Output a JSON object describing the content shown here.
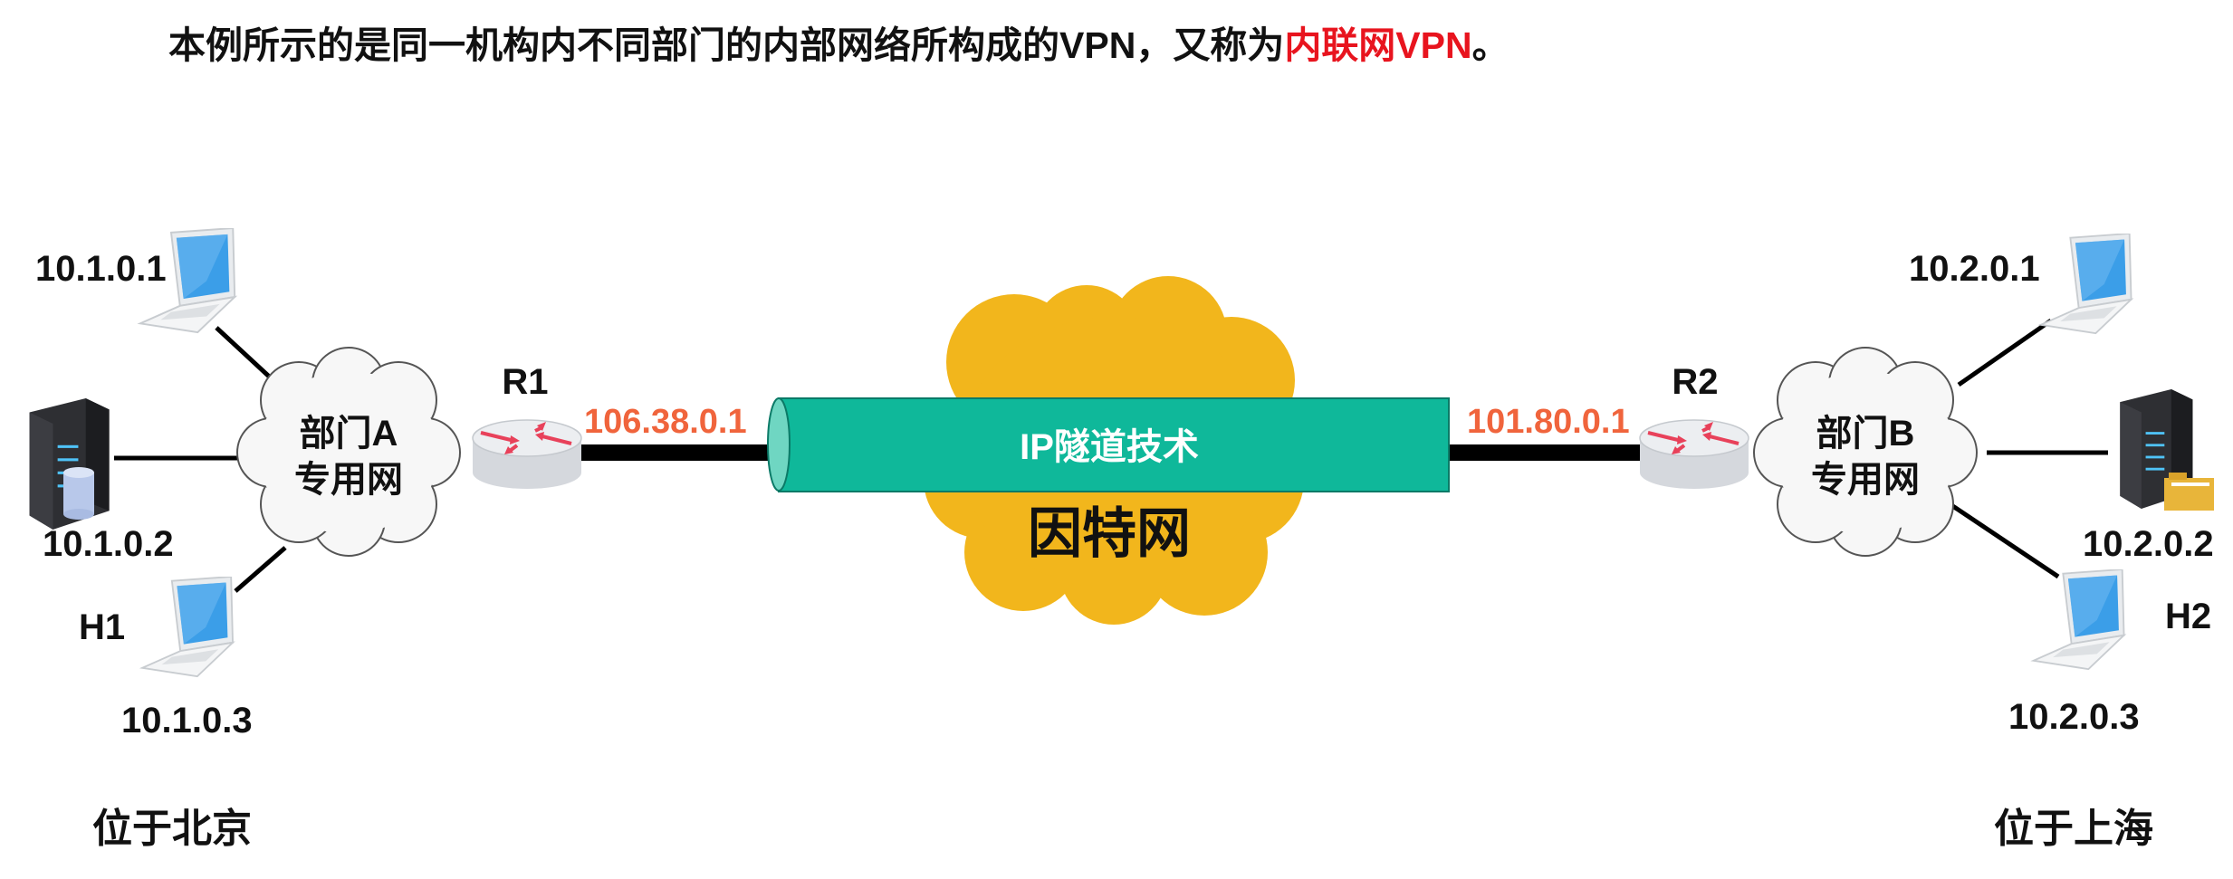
{
  "title": {
    "prefix": "本例所示的是同一机构内不同部门的内部网络所构成的VPN，又称为",
    "highlight": "内联网VPN",
    "suffix": "。"
  },
  "left_site": {
    "network_line1": "部门A",
    "network_line2": "专用网",
    "router": "R1",
    "router_ip": "106.38.0.1",
    "hosts": [
      {
        "ip": "10.1.0.1",
        "name": ""
      },
      {
        "ip": "10.1.0.2",
        "name": ""
      },
      {
        "ip": "10.1.0.3",
        "name": "H1"
      }
    ],
    "location": "位于北京"
  },
  "right_site": {
    "network_line1": "部门B",
    "network_line2": "专用网",
    "router": "R2",
    "router_ip": "101.80.0.1",
    "hosts": [
      {
        "ip": "10.2.0.1",
        "name": ""
      },
      {
        "ip": "10.2.0.2",
        "name": ""
      },
      {
        "ip": "10.2.0.3",
        "name": "H2"
      }
    ],
    "location": "位于上海"
  },
  "tunnel": {
    "label": "IP隧道技术"
  },
  "internet": {
    "label": "因特网"
  },
  "colors": {
    "highlight": "#e8141e",
    "ip_label": "#f0643c",
    "tunnel": "#0fb89a",
    "internet_cloud": "#f2b61c",
    "router_arrows": "#e8415a"
  }
}
